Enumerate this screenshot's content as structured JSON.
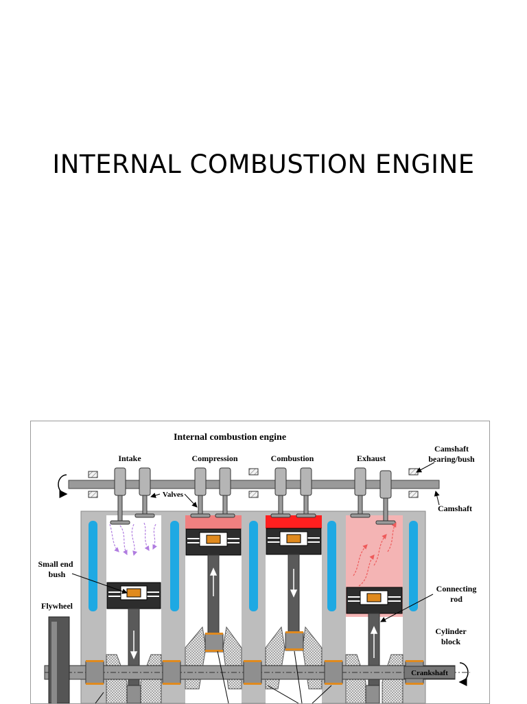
{
  "slide": {
    "title": "INTERNAL COMBUSTION ENGINE"
  },
  "diagram": {
    "heading": "Internal combustion engine",
    "strokes": {
      "intake": "Intake",
      "compression": "Compression",
      "combustion": "Combustion",
      "exhaust": "Exhaust"
    },
    "labels": {
      "camshaft_bearing_1": "Camshaft",
      "camshaft_bearing_2": "bearing/bush",
      "camshaft": "Camshaft",
      "valves": "Valves",
      "small_end_1": "Small end",
      "small_end_2": "bush",
      "flywheel": "Flywheel",
      "connecting_rod_1": "Connecting",
      "connecting_rod_2": "rod",
      "cylinder_block_1": "Cylinder",
      "cylinder_block_2": "block",
      "crankshaft": "Crankshaft"
    },
    "colors": {
      "block": "#bdbdbd",
      "coolant": "#1ea9e3",
      "compression_charge": "#f08080",
      "combustion_charge": "#ff1f1f",
      "exhaust_gas": "#f4b4b4",
      "intake_air": "#b07ce0",
      "bushing": "#e08a1e",
      "shaft": "#8f8f8f",
      "rod": "#5a5a5a"
    }
  }
}
